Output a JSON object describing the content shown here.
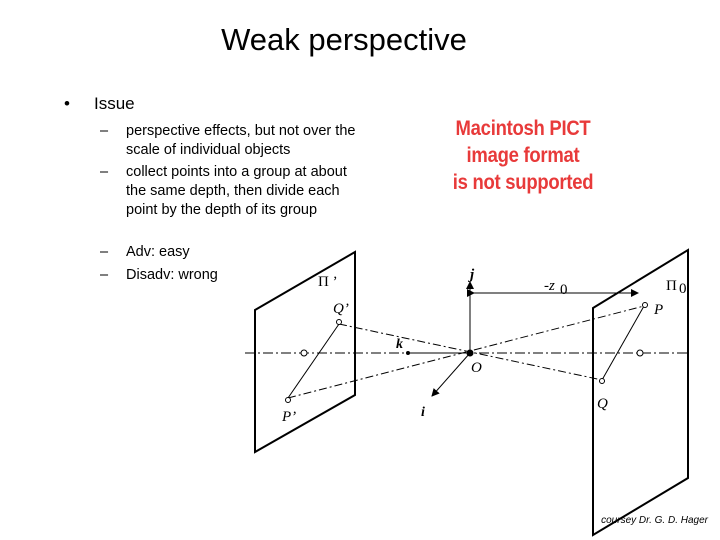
{
  "title": "Weak perspective",
  "bullet": {
    "symbol": "•",
    "text": "Issue"
  },
  "subitems": [
    {
      "dash": "–",
      "text": "perspective effects, but not over the scale of individual objects"
    },
    {
      "dash": "–",
      "text": "collect points into a group at about the same depth, then divide each point by the depth of its group"
    },
    {
      "dash": "–",
      "text": "Adv: easy"
    },
    {
      "dash": "–",
      "text": "Disadv: wrong"
    }
  ],
  "placeholder": {
    "line1": "Macintosh PICT",
    "line2": "image format",
    "line3": "is not supported",
    "color": "#e83a3a"
  },
  "diagram": {
    "label_pi_prime": "Π ’",
    "label_pi0": "Π",
    "label_pi0_sub": "0",
    "label_j": "j",
    "label_z0": "-z",
    "label_z0_sub": "0",
    "label_q_prime": "Q’",
    "label_p": "P",
    "label_k": "k",
    "label_o": "O",
    "label_q": "Q",
    "label_p_prime": "P’",
    "label_i": "i"
  },
  "credit": "coursey Dr. G. D. Hager"
}
